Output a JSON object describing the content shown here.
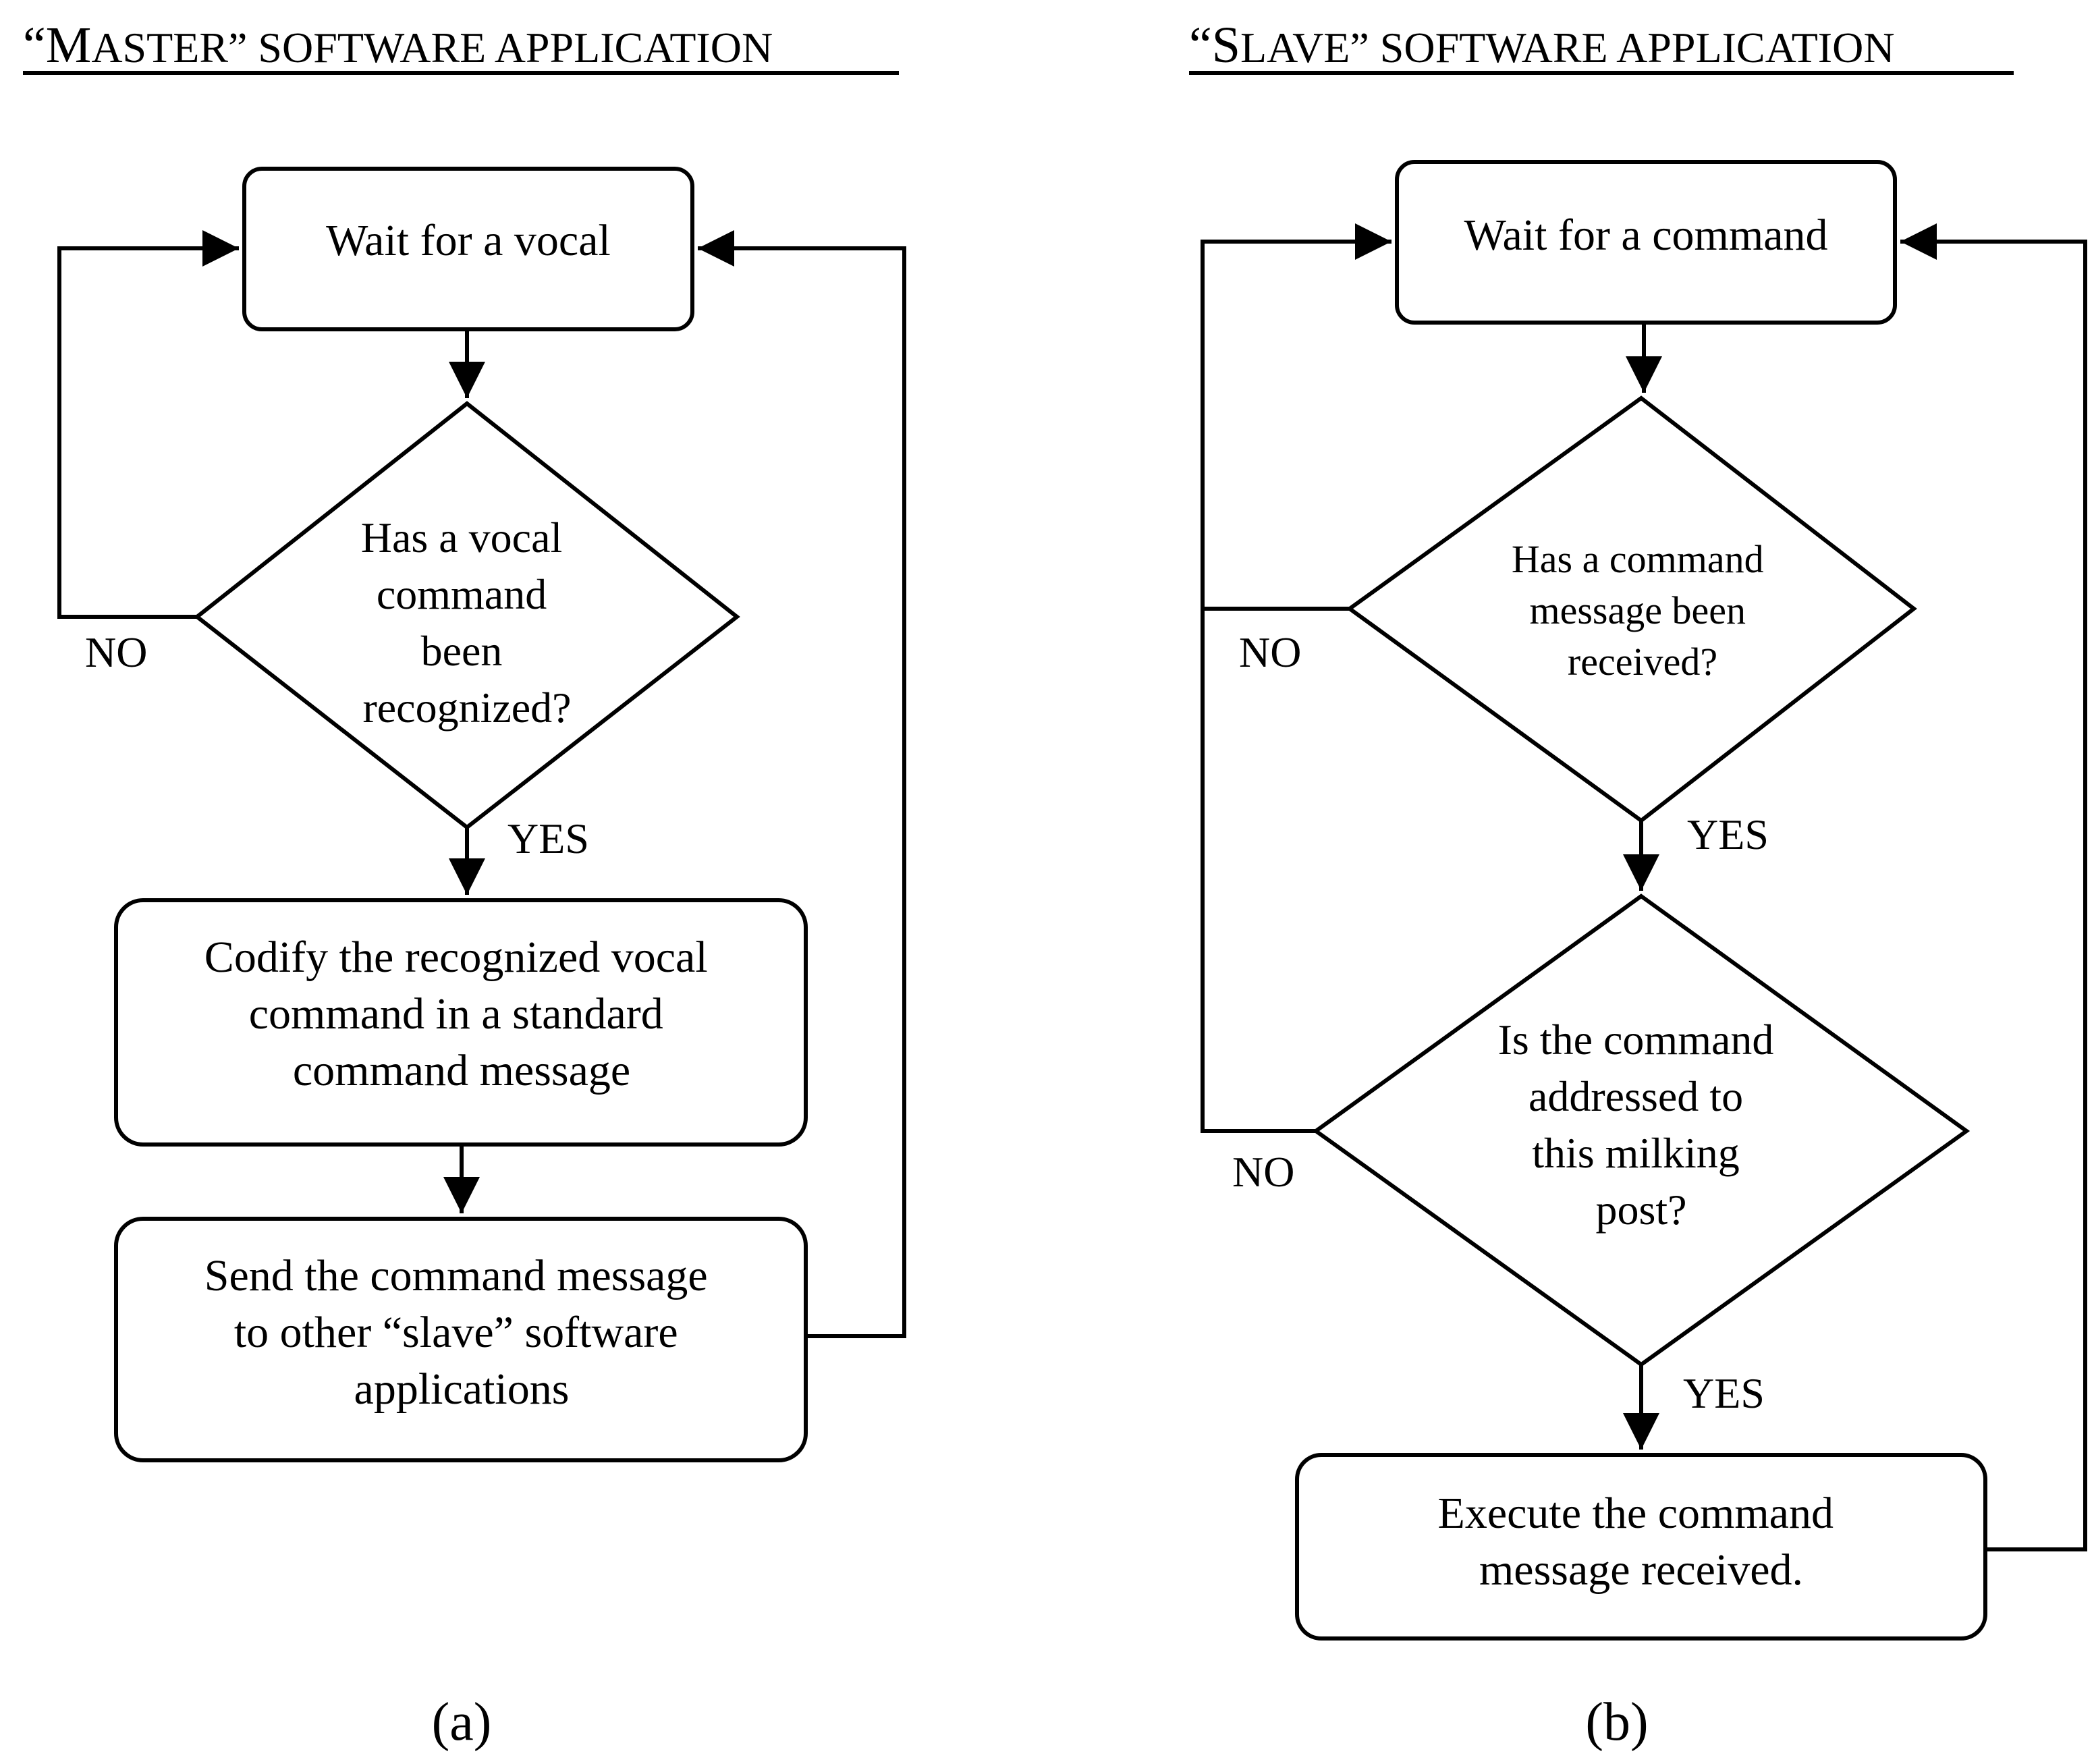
{
  "panel_a": {
    "title_lead": "“M",
    "title_caps": "ASTER”",
    "title_rest": " SOFTWARE APPLICATION",
    "wait": [
      "Wait for a vocal"
    ],
    "decision": [
      "Has a vocal",
      "command",
      "been",
      "recognized?"
    ],
    "codify": [
      "Codify the recognized vocal",
      "command in a standard",
      "command message"
    ],
    "send": [
      "Send the command message",
      "to other “slave” software",
      "applications"
    ],
    "no_label": "NO",
    "yes_label": "YES",
    "caption": "(a)"
  },
  "panel_b": {
    "title_lead": "“S",
    "title_caps": "LAVE”",
    "title_rest": " SOFTWARE APPLICATION",
    "wait": [
      "Wait for a command"
    ],
    "decision1": [
      "Has a command",
      "message been",
      "received?"
    ],
    "decision2": [
      "Is the command",
      "addressed to",
      "this milking",
      "post?"
    ],
    "execute": [
      "Execute the command",
      "message received."
    ],
    "no_label_1": "NO",
    "yes_label_1": "YES",
    "no_label_2": "NO",
    "yes_label_2": "YES",
    "caption": "(b)"
  },
  "colors": {
    "ink": "#000000",
    "paper": "#ffffff"
  }
}
